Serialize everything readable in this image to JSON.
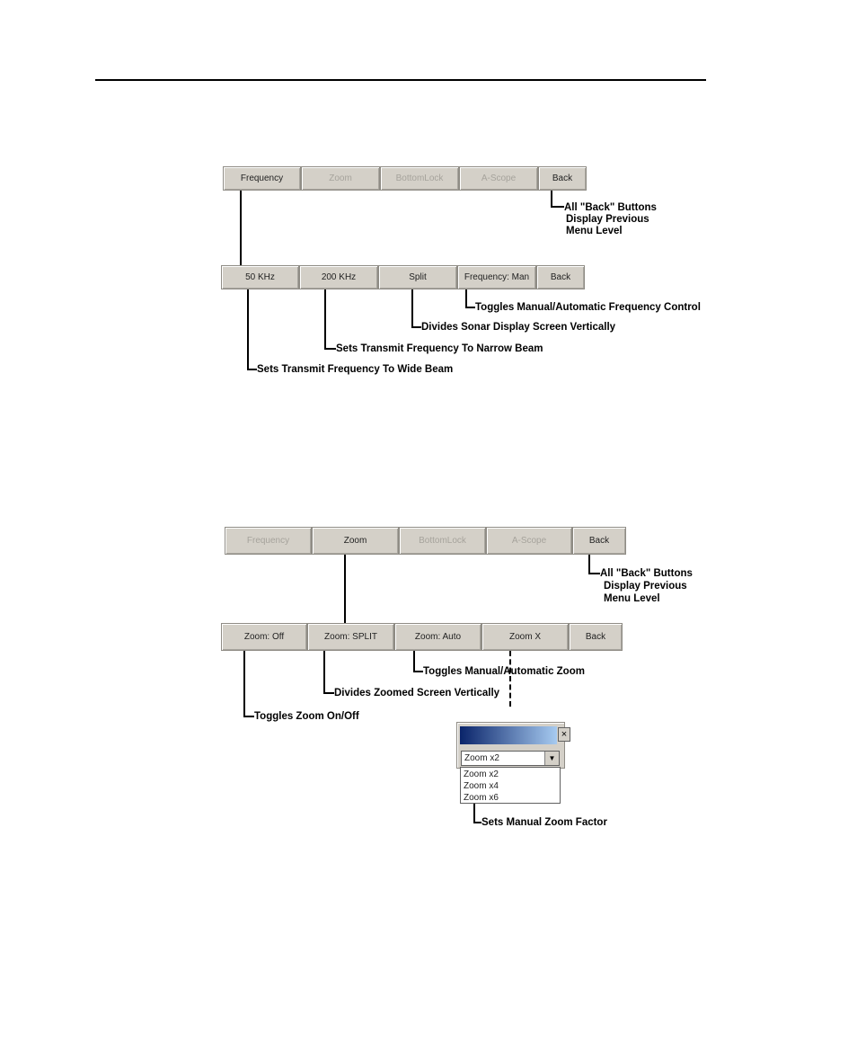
{
  "diagram1": {
    "menu_top": [
      "Frequency",
      "Zoom",
      "BottomLock",
      "A-Scope",
      "Back"
    ],
    "menu_sub": [
      "50 KHz",
      "200 KHz",
      "Split",
      "Frequency: Man",
      "Back"
    ],
    "back_note": [
      "All \"Back\" Buttons",
      "Display Previous",
      "Menu Level"
    ],
    "callouts": {
      "freq_man": "Toggles Manual/Automatic Frequency Control",
      "split": "Divides Sonar Display Screen Vertically",
      "khz200": "Sets Transmit Frequency To Narrow Beam",
      "khz50": "Sets Transmit Frequency To Wide Beam"
    }
  },
  "diagram2": {
    "menu_top": [
      "Frequency",
      "Zoom",
      "BottomLock",
      "A-Scope",
      "Back"
    ],
    "menu_sub": [
      "Zoom: Off",
      "Zoom: SPLIT",
      "Zoom: Auto",
      "Zoom X",
      "Back"
    ],
    "back_note": [
      "All \"Back\" Buttons",
      "Display Previous",
      "Menu Level"
    ],
    "callouts": {
      "zoom_auto": "Toggles Manual/Automatic Zoom",
      "zoom_split": "Divides Zoomed Screen Vertically",
      "zoom_off": "Toggles Zoom On/Off",
      "zoom_factor": "Sets Manual Zoom Factor"
    },
    "zoom_dialog": {
      "close_glyph": "×",
      "selected": "Zoom x2",
      "arrow_glyph": "▼",
      "options": [
        "Zoom x2",
        "Zoom x4",
        "Zoom x6"
      ]
    }
  }
}
